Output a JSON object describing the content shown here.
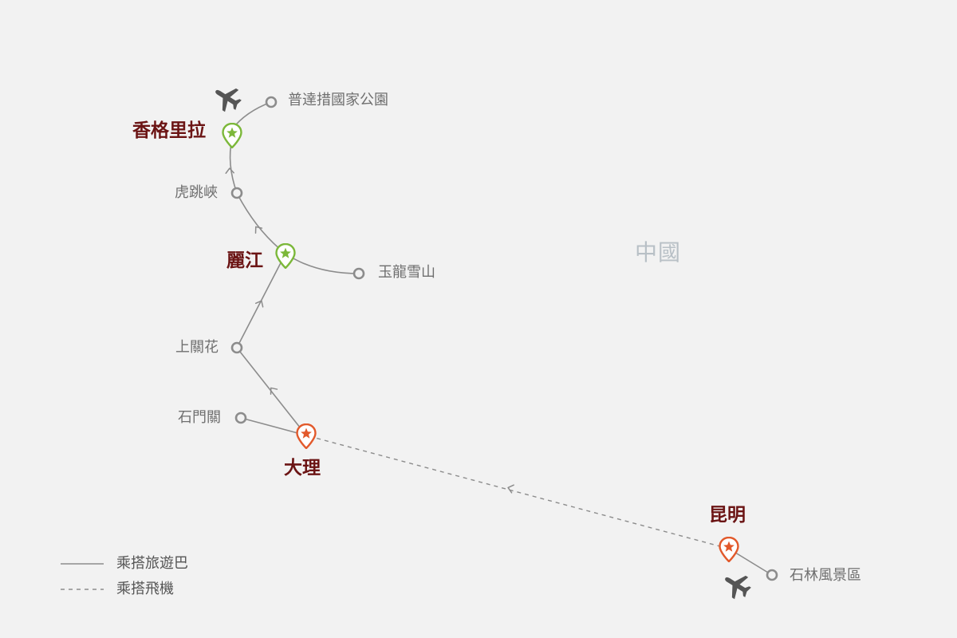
{
  "map": {
    "country_label": "中國",
    "colors": {
      "background": "#f2f2f2",
      "route": "#8c8c8c",
      "city_text": "#6b1414",
      "spot_text": "#6f6f6f",
      "country_text": "#b8c0c6",
      "pin_green": "#7cb83a",
      "pin_orange": "#e2592b",
      "spot_marker": "#8c8c8c",
      "plane": "#555555"
    }
  },
  "cities": {
    "shangrila": "香格里拉",
    "lijiang": "麗江",
    "dali": "大理",
    "kunming": "昆明"
  },
  "spots": {
    "pudacuo": "普達措國家公園",
    "tiger_leaping_gorge": "虎跳峽",
    "jade_dragon_snow_mountain": "玉龍雪山",
    "shangguanhua": "上關花",
    "shimenguan": "石門關",
    "stone_forest": "石林風景區"
  },
  "pins": {
    "shangrila": "pin-green",
    "lijiang": "pin-green",
    "dali": "pin-orange",
    "kunming": "pin-orange"
  },
  "icons": {
    "shangrila_airport": "airplane-icon",
    "kunming_airport": "airplane-icon"
  },
  "legend": {
    "bus": "乘搭旅遊巴",
    "flight": "乘搭飛機"
  }
}
